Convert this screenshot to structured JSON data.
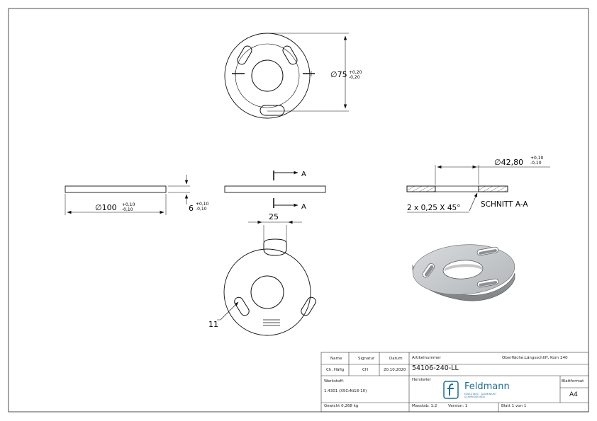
{
  "top_view": {
    "diameter_label": "∅75",
    "tol_plus": "+0,20",
    "tol_minus": "-0,20"
  },
  "side_view_left": {
    "diameter_label": "∅100",
    "tol_plus": "+0,10",
    "tol_minus": "-0,10",
    "thickness_label": "6",
    "thickness_tol_plus": "+0,10",
    "thickness_tol_minus": "-0,10"
  },
  "section_markers": {
    "upper": "A",
    "lower": "A"
  },
  "section_view": {
    "diameter_label": "∅42,80",
    "tol_plus": "+0,10",
    "tol_minus": "-0,10",
    "chamfer_label": "2 x 0,25 X 45°",
    "section_title": "SCHNITT A-A"
  },
  "bottom_view": {
    "slot_width_label": "25",
    "slot_label": "11"
  },
  "title_block": {
    "col_name": "Name",
    "col_signature": "Signatur",
    "col_date": "Datum",
    "name_value": "Ch. Häfig",
    "signature_value": "CH",
    "date_value": "20.10.2020",
    "article_number_label": "Artikelnummer",
    "article_number": "54106-240-LL",
    "surface_label": "Oberfläche:",
    "surface_value": "Längsschliff, Korn 240",
    "material_label": "Werkstoff:",
    "material_value": "1.4301 (X5CrNi18-10)",
    "manufacturer_label": "Hersteller",
    "sheet_format_label": "Blattformat",
    "sheet_format_value": "A4",
    "weight": "Gewicht 0,268 kg",
    "scale": "Masstab: 1:2",
    "version": "Version: 1",
    "sheet": "Blatt 1 von 1",
    "logo_text": "Feldmann",
    "logo_subtext": "EDELSTAHL · ALUMINIUM · SCHMIEDEEISEN",
    "logo_icon": "f-logo-icon",
    "brand_color": "#1f6e9c"
  }
}
